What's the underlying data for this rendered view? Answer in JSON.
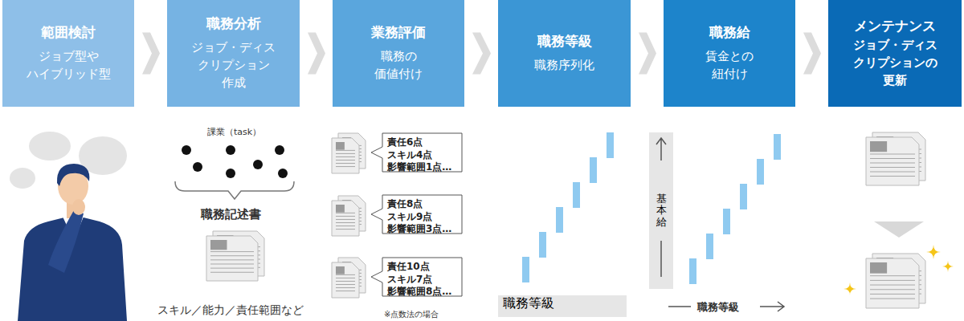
{
  "diagram": {
    "nodes": [
      {
        "text": [
          "範囲検討",
          "ジョブ型や ハイブリッド型"
        ]
      },
      {
        "text": [
          "職務分析",
          "ジョブ・ディス クリプション 作成"
        ]
      },
      {
        "text": [
          "業務評価",
          "職務の 価値付け"
        ]
      },
      {
        "text": [
          "職務等級",
          "職務序列化"
        ]
      },
      {
        "text": [
          "職務給",
          "賃金との 紐付け"
        ]
      },
      {
        "text": [
          "メンテナンス",
          "ジョブ・ディス クリプションの 更新"
        ]
      },
      {
        "text": [
          "責任6点 スキル4点 影響範囲1点…"
        ]
      },
      {
        "text": [
          "責任8点 スキル9点 影響範囲3点…"
        ]
      },
      {
        "text": [
          "責任10点 スキル7点 影響範囲8点…"
        ]
      },
      {
        "text": [
          "職務等級"
        ]
      },
      {
        "text": [
          "基本給"
        ]
      }
    ],
    "edges": [
      {
        "from": 0,
        "to": 1,
        "arrow": "to"
      },
      {
        "from": 1,
        "to": 2,
        "arrow": "to"
      },
      {
        "from": 2,
        "to": 3,
        "arrow": "to"
      },
      {
        "from": 3,
        "to": 4,
        "arrow": "to"
      },
      {
        "from": 4,
        "to": 5,
        "arrow": "to"
      }
    ],
    "labels": [
      "課業（task）",
      "職務記述書",
      "スキル／能力／責任範囲など",
      "※点数法の場合",
      "職務等級"
    ]
  }
}
